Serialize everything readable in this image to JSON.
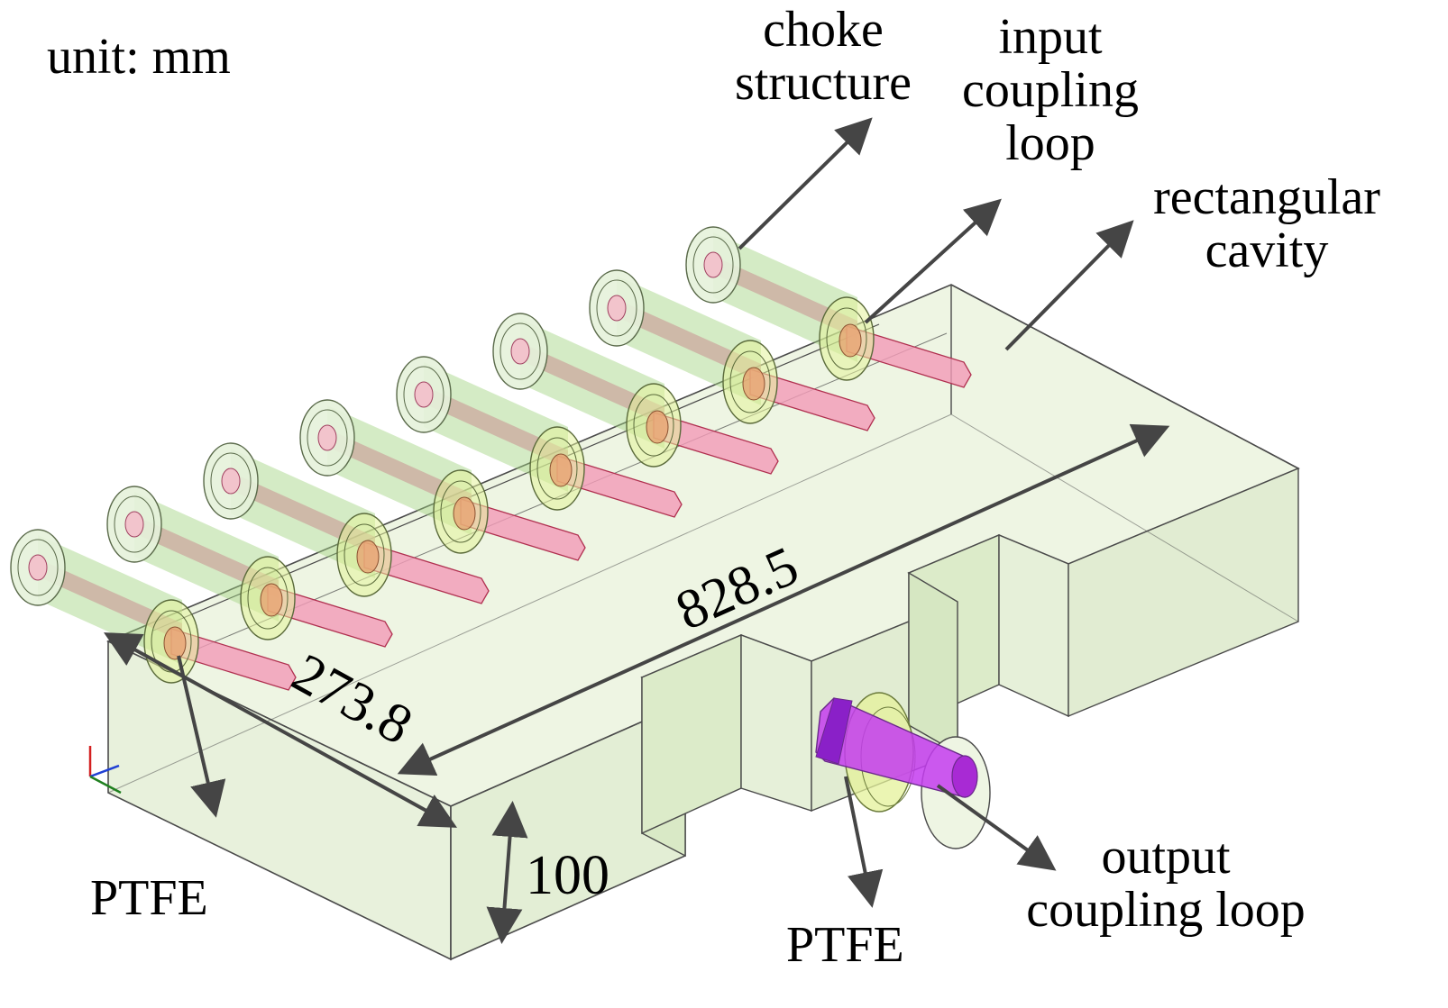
{
  "unit_note": "unit: mm",
  "labels": {
    "choke_line1": "choke",
    "choke_line2": "structure",
    "input_line1": "input",
    "input_line2": "coupling",
    "input_line3": "loop",
    "cavity_line1": "rectangular",
    "cavity_line2": "cavity",
    "output_line1": "output",
    "output_line2": "coupling loop",
    "ptfe_left": "PTFE",
    "ptfe_bottom": "PTFE"
  },
  "dimensions": {
    "length": "828.5",
    "width": "273.8",
    "height": "100"
  },
  "colors": {
    "cavity_fill": "#eef5e3",
    "edge": "#4a4a4a",
    "choke_green": "#9fd27f",
    "loop_pink": "#f29ab6",
    "output_magenta": "#c43cf0",
    "ptfe_yellow": "#e4f29a",
    "arrow": "#454545"
  }
}
